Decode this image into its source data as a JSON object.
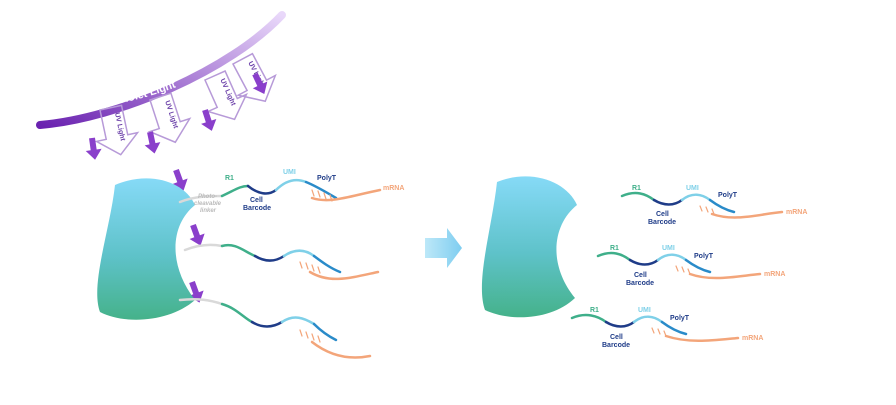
{
  "uv": {
    "source_label": "Ultraviolet Light",
    "arrow_labels": [
      "UV Light",
      "UV Light",
      "UV Light",
      "UV Light"
    ]
  },
  "left": {
    "linker_label_line1": "Photo-",
    "linker_label_line2": "cleavable",
    "linker_label_line3": "linker",
    "r1": "R1",
    "umi": "UMI",
    "polyt": "PolyT",
    "cell_barcode_line1": "Cell",
    "cell_barcode_line2": "Barcode",
    "mrna": "mRNA"
  },
  "right": {
    "strands": [
      {
        "r1": "R1",
        "umi": "UMI",
        "polyt": "PolyT",
        "cb1": "Cell",
        "cb2": "Barcode",
        "mrna": "mRNA"
      },
      {
        "r1": "R1",
        "umi": "UMI",
        "polyt": "PolyT",
        "cb1": "Cell",
        "cb2": "Barcode",
        "mrna": "mRNA"
      },
      {
        "r1": "R1",
        "umi": "UMI",
        "polyt": "PolyT",
        "cb1": "Cell",
        "cb2": "Barcode",
        "mrna": "mRNA"
      }
    ]
  },
  "colors": {
    "uv_purple": "#7B2FBE",
    "r1_green": "#3FAF8A",
    "barcode_navy": "#1F3C88",
    "umi_lightblue": "#7FD0E8",
    "polyt_blue": "#2A8BC9",
    "mrna_orange": "#F3A57A",
    "bead_top": "#7FD3F0",
    "bead_bottom": "#46B58E"
  }
}
